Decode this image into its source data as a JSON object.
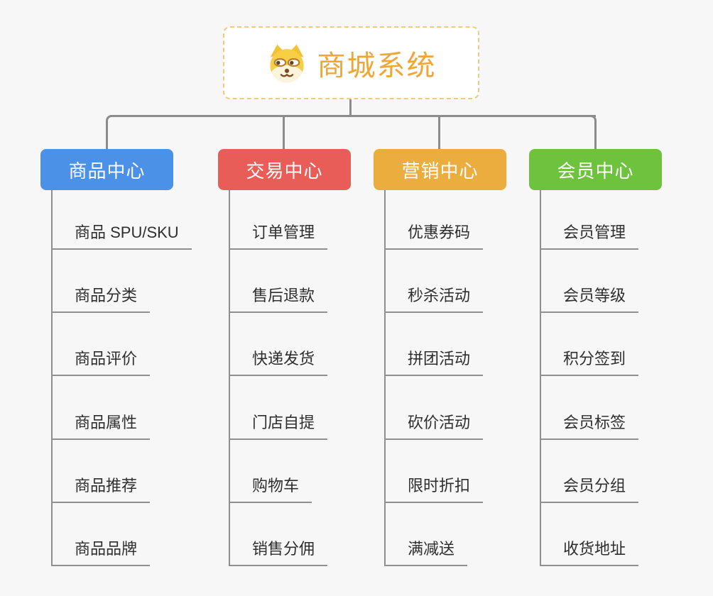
{
  "page": {
    "background_color": "#f7f7f8",
    "connector_color": "#8c8c8c"
  },
  "root": {
    "title": "商城系统",
    "icon": "dog-face-icon",
    "text_color": "#f0a637",
    "border_color": "#f2c980"
  },
  "branches": [
    {
      "label": "商品中心",
      "color": "#4b91e8",
      "children": [
        "商品 SPU/SKU",
        "商品分类",
        "商品评价",
        "商品属性",
        "商品推荐",
        "商品品牌"
      ]
    },
    {
      "label": "交易中心",
      "color": "#e95d58",
      "children": [
        "订单管理",
        "售后退款",
        "快递发货",
        "门店自提",
        "购物车",
        "销售分佣"
      ]
    },
    {
      "label": "营销中心",
      "color": "#ecad3f",
      "children": [
        "优惠券码",
        "秒杀活动",
        "拼团活动",
        "砍价活动",
        "限时折扣",
        "满减送"
      ]
    },
    {
      "label": "会员中心",
      "color": "#6ec23e",
      "children": [
        "会员管理",
        "会员等级",
        "积分签到",
        "会员标签",
        "会员分组",
        "收货地址"
      ]
    }
  ]
}
